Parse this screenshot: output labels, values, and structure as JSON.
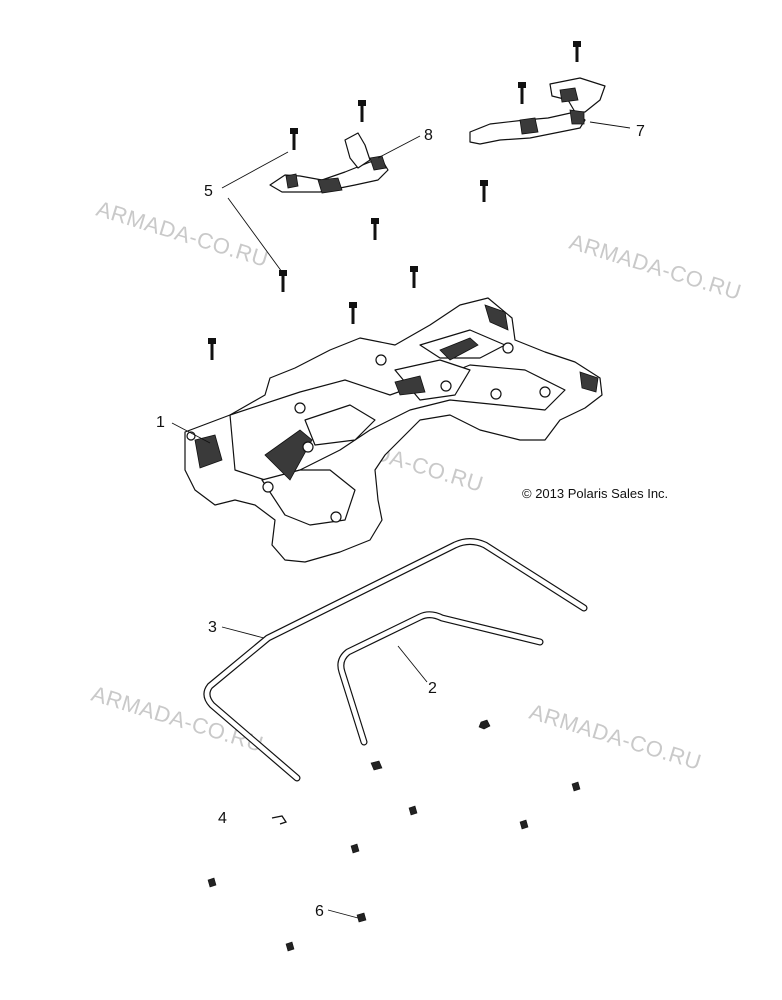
{
  "callouts": {
    "c1": "1",
    "c2": "2",
    "c3": "3",
    "c4": "4",
    "c5": "5",
    "c6": "6",
    "c7": "7",
    "c8": "8"
  },
  "copyright": "© 2013 Polaris Sales Inc.",
  "watermarks": [
    "ARMADA-CO.RU",
    "ARMADA-CO.RU",
    "ARMADA-CO.RU",
    "ARMADA-CO.RU",
    "ARMADA-CO.RU"
  ]
}
